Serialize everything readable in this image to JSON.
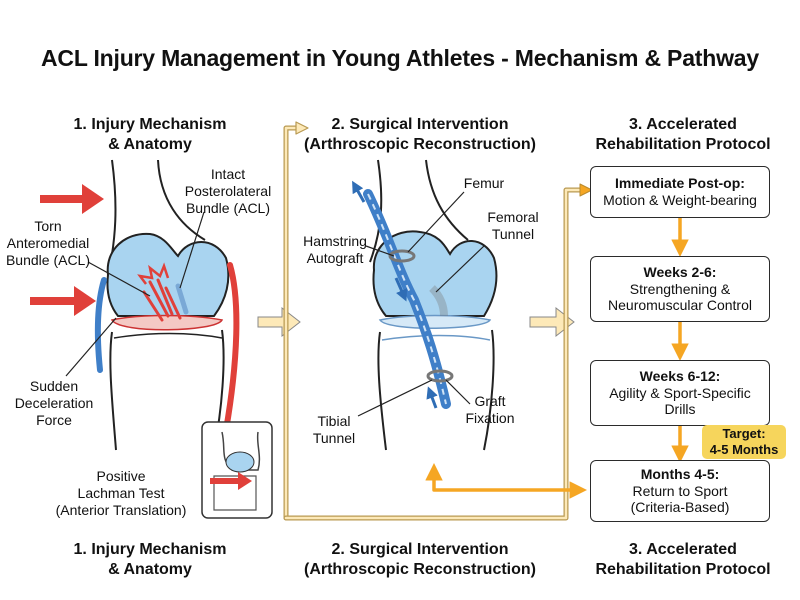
{
  "title": "ACL Injury Management in Young Athletes - Mechanism & Pathway",
  "columns": {
    "mechanism": {
      "line1": "1. Injury Mechanism",
      "line2": "& Anatomy"
    },
    "surgical": {
      "line1": "2. Surgical Intervention",
      "line2": "(Arthroscopic Reconstruction)"
    },
    "rehab": {
      "line1": "3. Accelerated",
      "line2": "Rehabilitation Protocol"
    }
  },
  "mechanism_labels": {
    "intact": [
      "Intact",
      "Posterolateral",
      "Bundle (ACL)"
    ],
    "torn": [
      "Torn",
      "Anteromedial",
      "Bundle (ACL)"
    ],
    "force": [
      "Sudden",
      "Deceleration",
      "Force"
    ],
    "lachman": [
      "Positive",
      "Lachman Test",
      "(Anterior Translation)"
    ]
  },
  "surgical_labels": {
    "femur": "Femur",
    "femoral_tunnel": [
      "Femoral",
      "Tunnel"
    ],
    "hamstring": [
      "Hamstring",
      "Autograft"
    ],
    "graft_fixation": [
      "Graft",
      "Fixation"
    ],
    "tibial_tunnel": [
      "Tibial",
      "Tunnel"
    ]
  },
  "rehab_steps": [
    {
      "heading": "Immediate Post-op:",
      "lines": [
        "Motion & Weight-bearing"
      ]
    },
    {
      "heading": "Weeks 2-6:",
      "lines": [
        "Strengthening &",
        "Neuromuscular Control"
      ]
    },
    {
      "heading": "Weeks 6-12:",
      "lines": [
        "Agility & Sport-Specific",
        "Drills"
      ]
    },
    {
      "heading": "Months 4-5:",
      "lines": [
        "Return to Sport",
        "(Criteria-Based)"
      ]
    }
  ],
  "target": {
    "line1": "Target:",
    "line2": "4-5 Months"
  },
  "colors": {
    "arrow_orange": "#f5a623",
    "arrow_fill": "#fde9b8",
    "ligament_red": "#e0403a",
    "bone_blue": "#a9d4f0"
  }
}
